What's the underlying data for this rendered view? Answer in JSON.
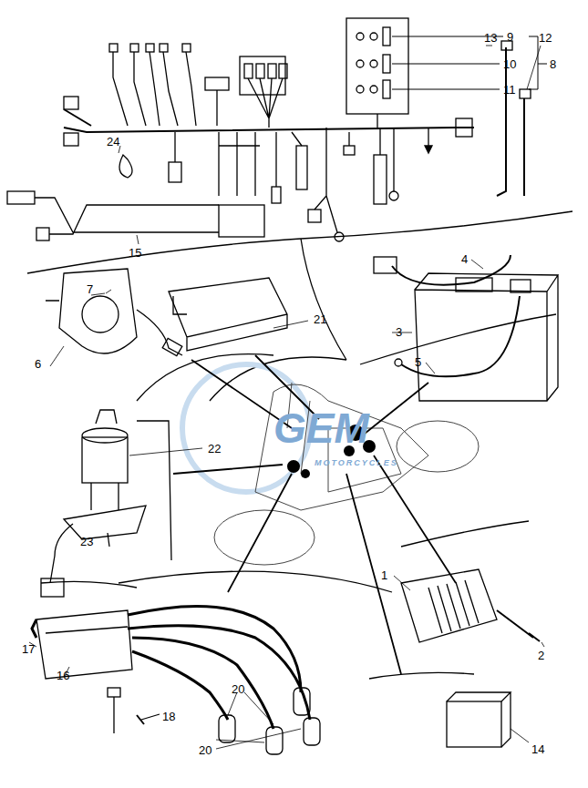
{
  "diagram": {
    "labels": [
      "9",
      "10",
      "11",
      "8",
      "13",
      "12",
      "24",
      "15",
      "7",
      "4",
      "21",
      "3",
      "6",
      "5",
      "22",
      "23",
      "1",
      "2",
      "17",
      "16",
      "18",
      "20",
      "20",
      "14",
      "GEM",
      "MOTORCYCLES"
    ]
  }
}
